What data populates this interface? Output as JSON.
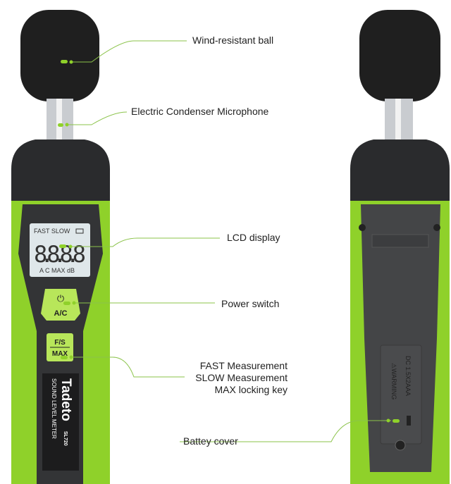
{
  "callouts": {
    "wind_ball": "Wind-resistant ball",
    "microphone": "Electric Condenser Microphone",
    "lcd": "LCD display",
    "power": "Power switch",
    "fast_lines": [
      "FAST Measurement",
      "SLOW Measurement",
      "MAX locking key"
    ],
    "battery": "Battey cover"
  },
  "device_front": {
    "lcd_top": "FAST SLOW",
    "lcd_digits": "8.8.8.8",
    "lcd_bottom": "A  C   MAX dB",
    "power_button": "A/C",
    "fs_button_top": "F/S",
    "fs_button_bottom": "MAX",
    "brand": "Tadeto",
    "product_name": "SOUND LEVEL METER",
    "model": "SL720"
  },
  "device_back": {
    "warning": "⚠WARMING",
    "battery_spec": "DC 1.5X2AAA"
  },
  "colors": {
    "accent": "#8fd12a",
    "body_dark": "#2e2f31",
    "callout_line": "#8bc34a"
  }
}
